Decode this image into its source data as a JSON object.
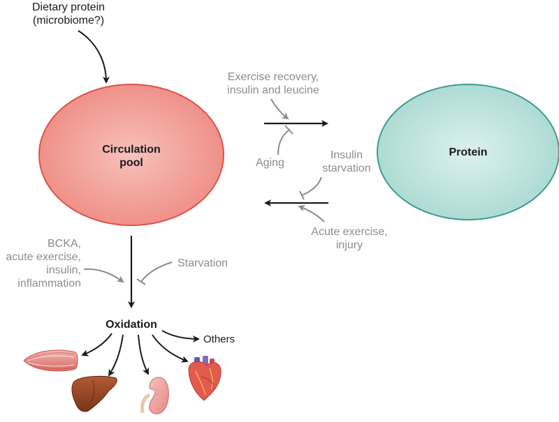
{
  "inputs": {
    "dietary": "Dietary protein\n(microbiome?)"
  },
  "nodes": {
    "circulation_pool": "Circulation\npool",
    "protein": "Protein",
    "oxidation": "Oxidation"
  },
  "synthesis": {
    "stimulators": "Exercise recovery,\ninsulin and leucine",
    "inhibitor": "Aging"
  },
  "breakdown": {
    "inhibitor": "Insulin\nstarvation",
    "stimulators": "Acute exercise,\ninjury"
  },
  "oxidation_regulation": {
    "stimulators": "BCKA,\nacute exercise,\ninsulin,\ninflammation",
    "inhibitor": "Starvation"
  },
  "targets": {
    "others": "Others",
    "organs": [
      "muscle-icon",
      "liver-icon",
      "kidney-icon",
      "heart-icon"
    ]
  },
  "colors": {
    "circulation_fill": "#f0a098",
    "circulation_stroke": "#e0504a",
    "protein_fill": "#bfe3de",
    "protein_stroke": "#3c9a94",
    "regulator_text": "#8c8c8c",
    "arrow": "#1a1a1a"
  }
}
